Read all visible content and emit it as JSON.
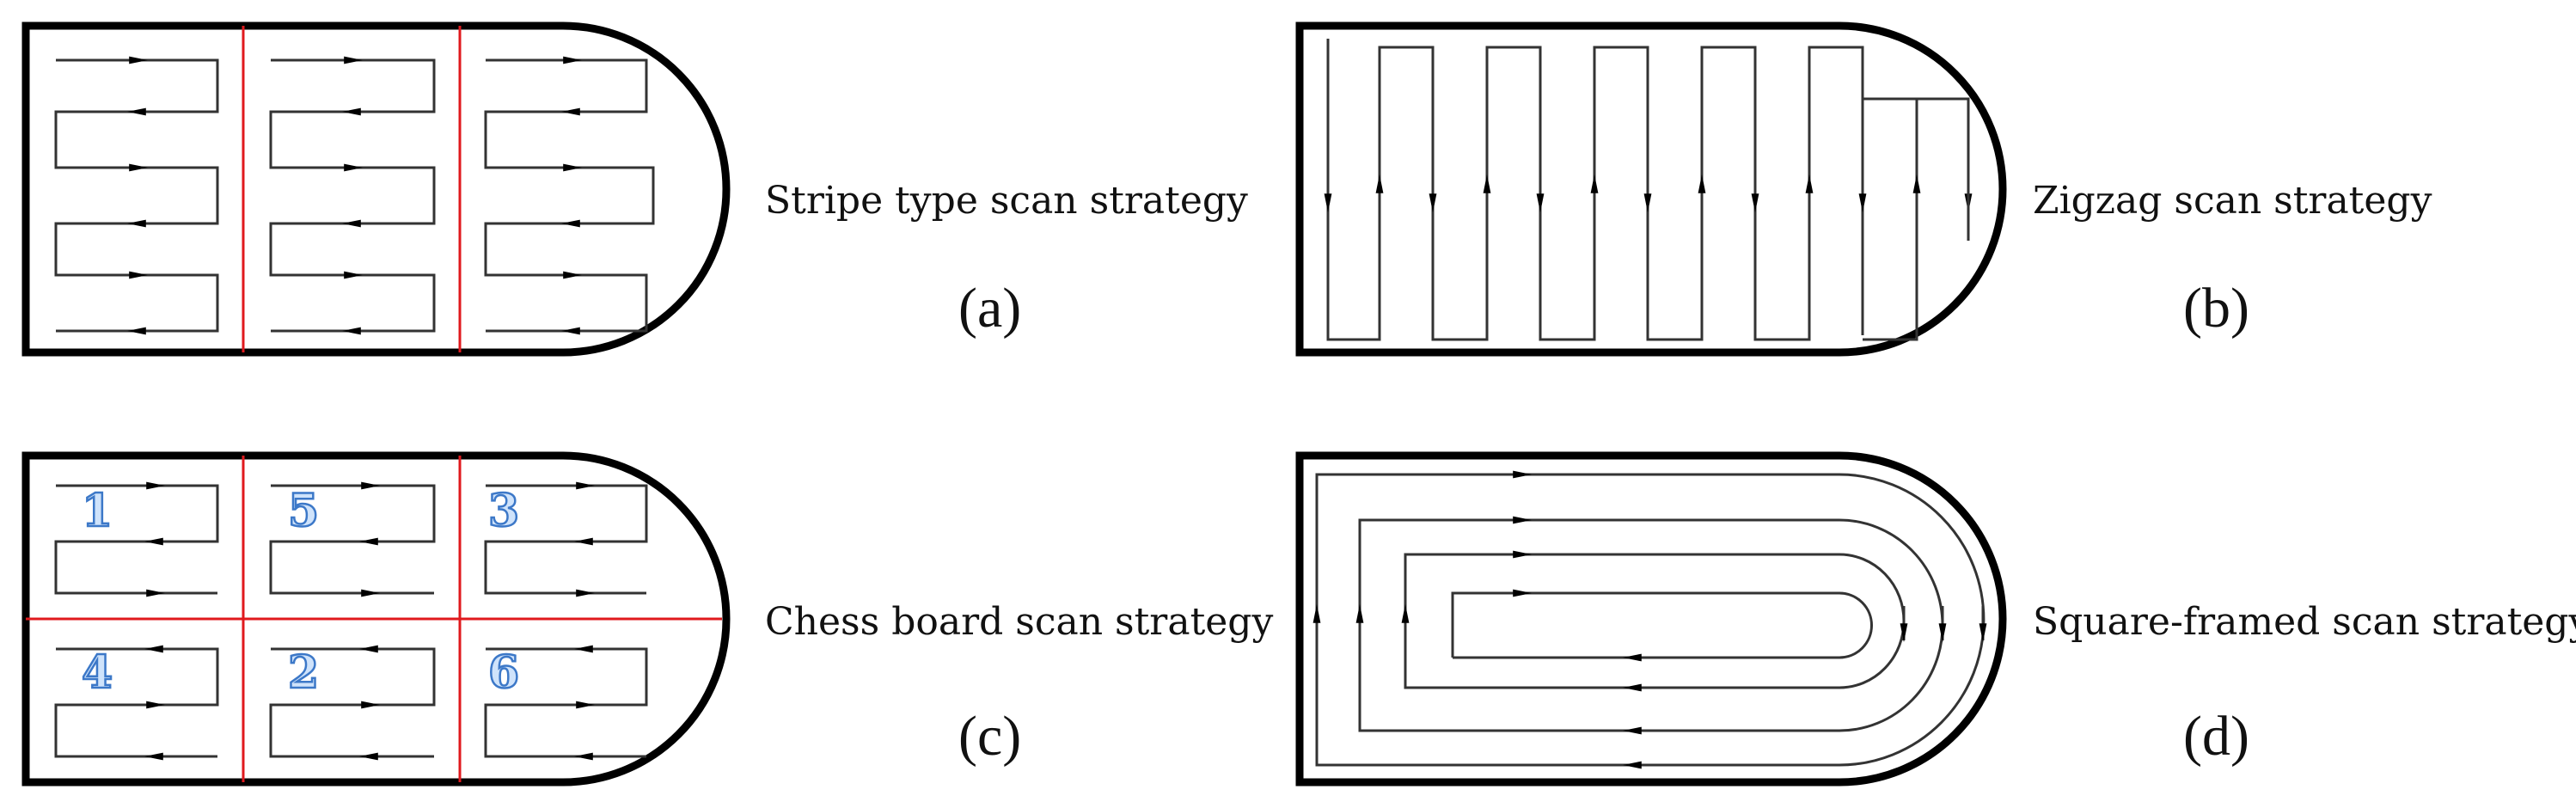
{
  "panels": {
    "a": {
      "caption": "Stripe type scan strategy",
      "label": "(a)"
    },
    "b": {
      "caption": "Zigzag scan strategy",
      "label": "(b)"
    },
    "c": {
      "caption": "Chess board scan strategy",
      "label": "(c)",
      "cell_numbers": [
        "1",
        "5",
        "3",
        "4",
        "2",
        "6"
      ]
    },
    "d": {
      "caption": "Square-framed scan strategy",
      "label": "(d)"
    }
  },
  "colors": {
    "frame": "#000000",
    "divider": "#e0191d",
    "cell_number": "#3c78c8",
    "scan_path": "#333333"
  }
}
